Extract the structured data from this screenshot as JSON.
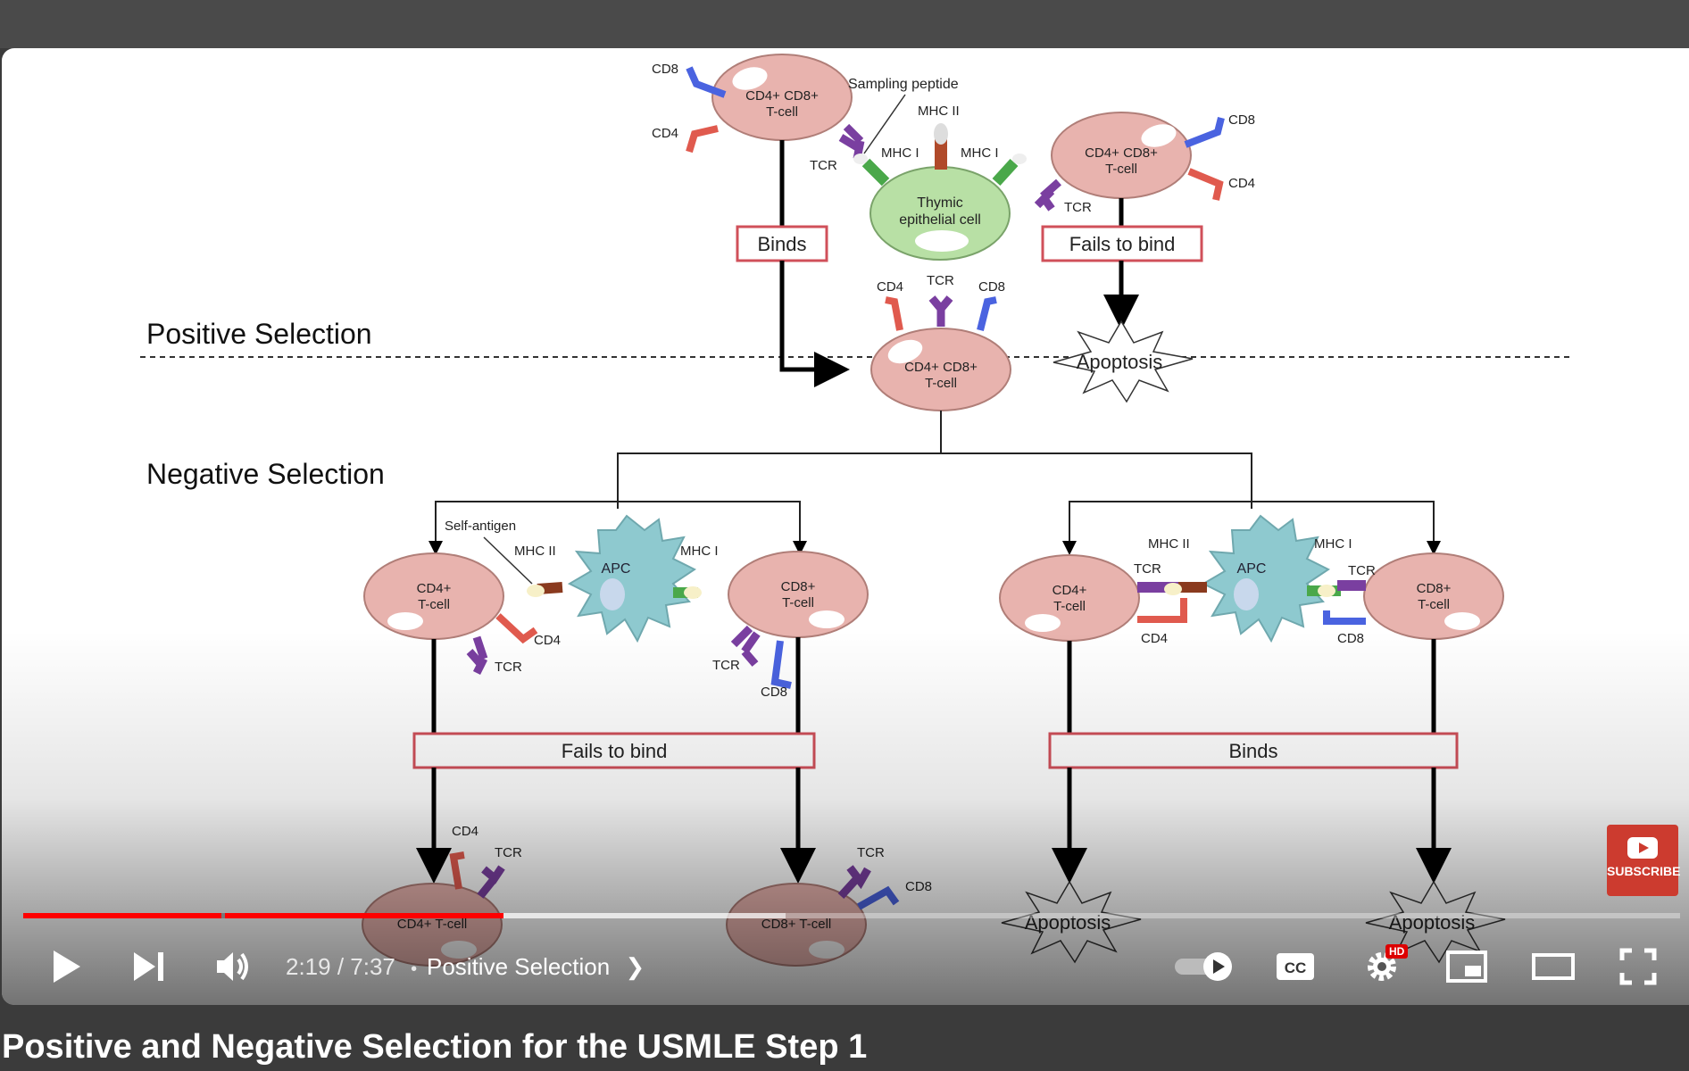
{
  "slide": {
    "positive_heading": "Positive Selection",
    "negative_heading": "Negative Selection",
    "cd4cd8_line1": "CD4+ CD8+",
    "cell_line2": "T-cell",
    "thymic_line1": "Thymic",
    "thymic_line2": "epithelial cell",
    "sampling_peptide": "Sampling peptide",
    "mhc1": "MHC I",
    "mhc2": "MHC II",
    "cd4": "CD4",
    "cd8": "CD8",
    "tcr": "TCR",
    "binds": "Binds",
    "fails_to_bind": "Fails to bind",
    "apoptosis": "Apoptosis",
    "self_antigen": "Self-antigen",
    "apc": "APC",
    "cd4_plus": "CD4+",
    "cd8_plus": "CD8+",
    "cd4_tcell": "CD4+ T-cell",
    "cd8_tcell": "CD8+ T-cell"
  },
  "subscribe_label": "SUBSCRIBE",
  "player": {
    "current_time": "2:19",
    "duration": "7:37",
    "chapter": "Positive Selection",
    "time_separator": " / ",
    "chapter_separator": "•",
    "hd_badge": "HD",
    "cc_label": "CC",
    "progress": {
      "played_fraction": 0.29,
      "buffered_fraction": 0.46
    }
  },
  "video_title": "Positive and Negative Selection for the USMLE Step 1",
  "colors": {
    "progress_red": "#ff0000",
    "cell_pink": "#e8b3ae",
    "thymic_green": "#b8e0a5",
    "apc_teal": "#8ec9cf",
    "cd4_red": "#e05a4e",
    "cd8_blue": "#4a63e0",
    "tcr_purple": "#7a3fa0"
  }
}
